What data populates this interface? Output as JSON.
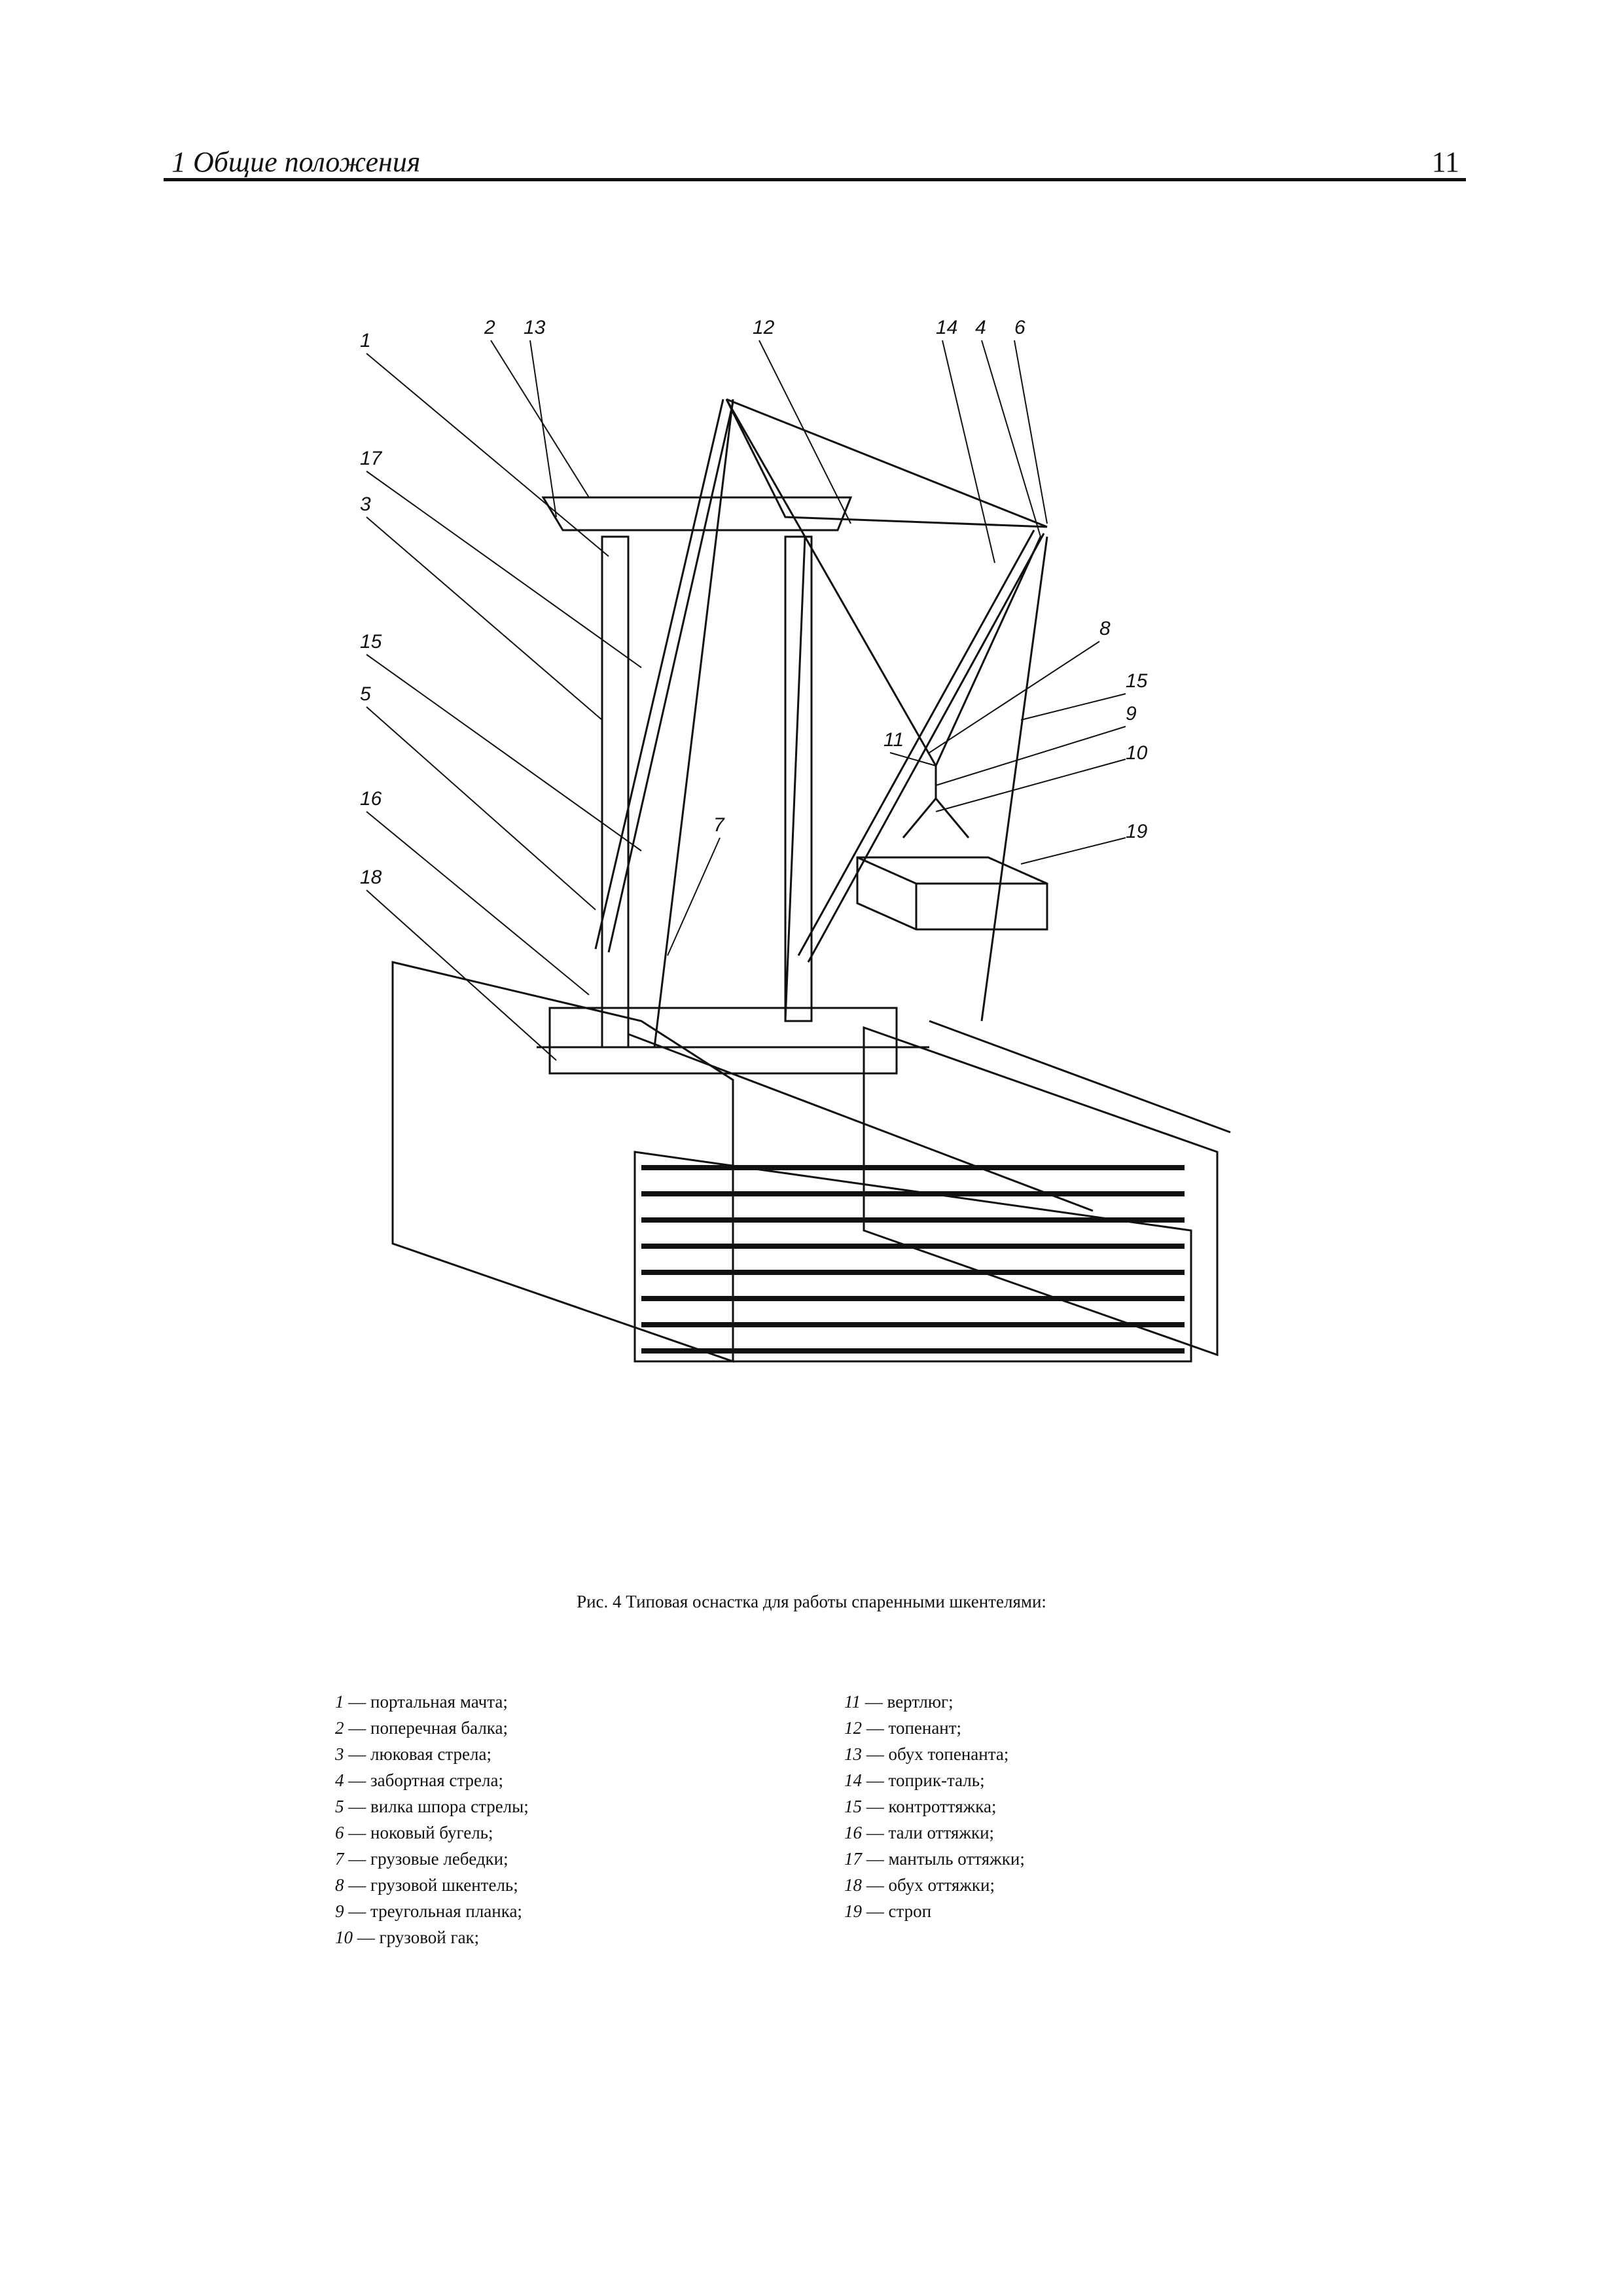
{
  "header": {
    "title": "1 Общие положения",
    "page_number": "11"
  },
  "figure": {
    "callouts": [
      "1",
      "2",
      "3",
      "5",
      "6",
      "4",
      "7",
      "8",
      "9",
      "10",
      "11",
      "12",
      "13",
      "14",
      "15",
      "15",
      "16",
      "17",
      "18",
      "19"
    ]
  },
  "caption": "Рис. 4 Типовая оснастка для работы спаренными шкентелями:",
  "legend": {
    "left": [
      {
        "num": "1",
        "text": " — портальная мачта;"
      },
      {
        "num": "2",
        "text": " — поперечная балка;"
      },
      {
        "num": "3",
        "text": " — люковая стрела;"
      },
      {
        "num": "4",
        "text": " — забортная стрела;"
      },
      {
        "num": "5",
        "text": " — вилка шпора стрелы;"
      },
      {
        "num": "6",
        "text": " — ноковый бугель;"
      },
      {
        "num": "7",
        "text": " — грузовые лебедки;"
      },
      {
        "num": "8",
        "text": " — грузовой шкентель;"
      },
      {
        "num": "9",
        "text": " — треугольная планка;"
      },
      {
        "num": "10",
        "text": " — грузовой гак;"
      }
    ],
    "right": [
      {
        "num": "11",
        "text": " — вертлюг;"
      },
      {
        "num": "12",
        "text": " — топенант;"
      },
      {
        "num": "13",
        "text": " — обух топенанта;"
      },
      {
        "num": "14",
        "text": " — топрик-таль;"
      },
      {
        "num": "15",
        "text": " — контроттяжка;"
      },
      {
        "num": "16",
        "text": " — тали оттяжки;"
      },
      {
        "num": "17",
        "text": " — мантыль оттяжки;"
      },
      {
        "num": "18",
        "text": " — обух оттяжки;"
      },
      {
        "num": "19",
        "text": " — строп"
      }
    ]
  }
}
